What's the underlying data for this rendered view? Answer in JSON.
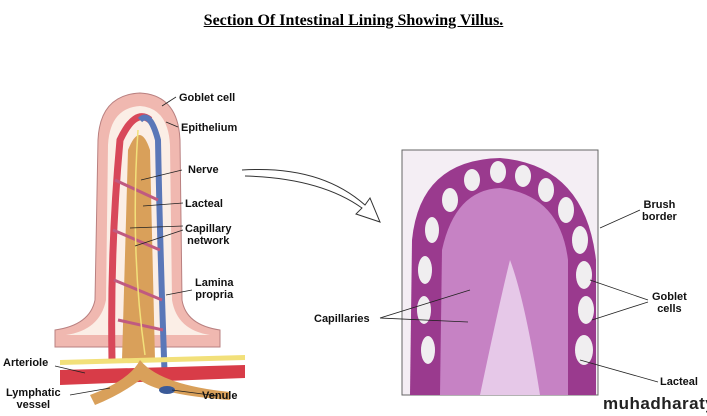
{
  "title": "Section Of Intestinal Lining Showing Villus.",
  "diagram_labels": {
    "goblet_cell": "Goblet cell",
    "epithelium": "Epithelium",
    "nerve": "Nerve",
    "lacteal": "Lacteal",
    "capillary_network_1": "Capillary",
    "capillary_network_2": "network",
    "lamina_propria_1": "Lamina",
    "lamina_propria_2": "propria",
    "arteriole": "Arteriole",
    "lymphatic_vessel_1": "Lymphatic",
    "lymphatic_vessel_2": "vessel",
    "venule": "Venule"
  },
  "micrograph_labels": {
    "capillaries": "Capillaries",
    "brush_border_1": "Brush",
    "brush_border_2": "border",
    "goblet_cells_1": "Goblet",
    "goblet_cells_2": "cells",
    "lacteal": "Lacteal"
  },
  "watermark": "muhadharaty.com"
}
